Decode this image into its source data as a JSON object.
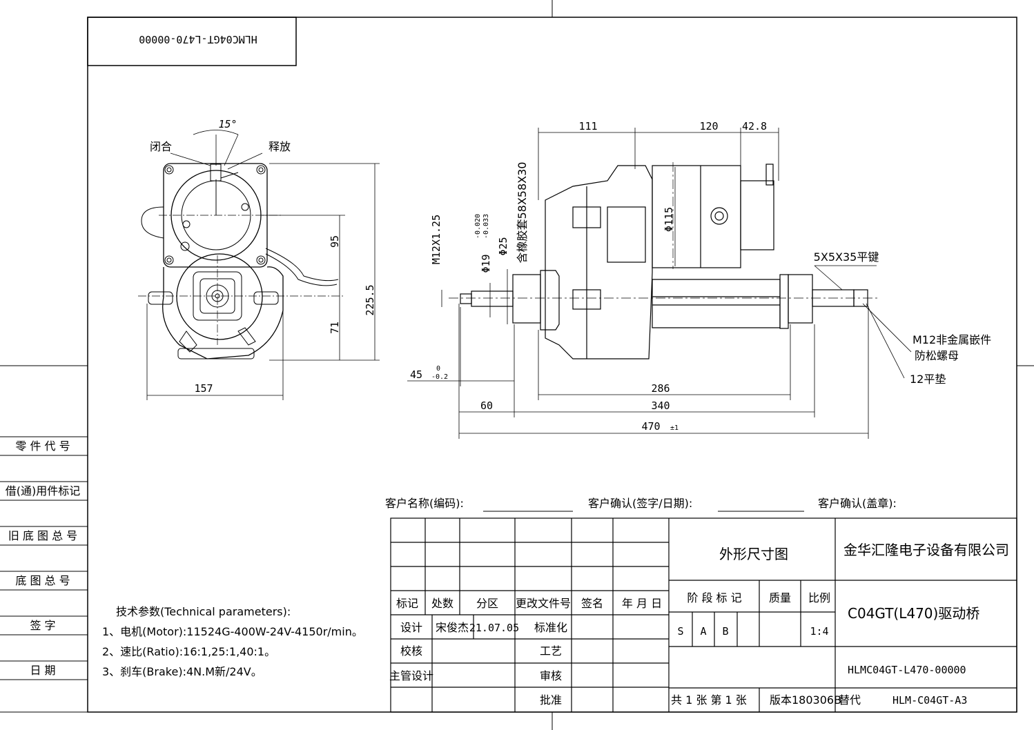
{
  "drawing_number_stamp": "HLMC04GT-L470-00000",
  "side_labels": [
    "零 件 代 号",
    "借(通)用件标记",
    "旧 底 图 总 号",
    "底 图 总 号",
    "签   字",
    "日   期"
  ],
  "left_view": {
    "angle": "15°",
    "close_label": "闭合",
    "release_label": "释放",
    "dim_width": "157",
    "dim_95": "95",
    "dim_71": "71",
    "dim_height": "225.5"
  },
  "main_view": {
    "dim_111": "111",
    "dim_120": "120",
    "dim_42_8": "42.8",
    "dim_115": "Φ115",
    "thread": "M12X1.25",
    "shaft_dia": "Φ19",
    "tol_upper": "-0.020",
    "tol_lower": "-0.033",
    "dia_25": "Φ25",
    "boot": "含橡胶套58X58X30",
    "key": "5X5X35平键",
    "nut_line1": "M12非金属嵌件",
    "nut_line2": "防松螺母",
    "washer": "12平垫",
    "dim_45": "45",
    "dim_45_up": "0",
    "dim_45_low": "-0.2",
    "dim_286": "286",
    "dim_60": "60",
    "dim_340": "340",
    "dim_470": "470",
    "dim_470_tol": "±1"
  },
  "tech_params": {
    "title": "技术参数(Technical parameters):",
    "line1": "1、电机(Motor):11524G-400W-24V-4150r/min。",
    "line2": "2、速比(Ratio):16:1,25:1,40:1。",
    "line3": "3、刹车(Brake):4N.M新/24V。"
  },
  "customer": {
    "name": "客户名称(编码):",
    "confirm_sign": "客户确认(签字/日期):",
    "confirm_seal": "客户确认(盖章):"
  },
  "title_block": {
    "hdr_mark": "标记",
    "hdr_count": "处数",
    "hdr_zone": "分区",
    "hdr_doc": "更改文件号",
    "hdr_sign": "签名",
    "hdr_date": "年 月 日",
    "design": "设计",
    "designer": "宋俊杰",
    "design_date": "21.07.05",
    "standard": "标准化",
    "check": "校核",
    "process": "工艺",
    "manager": "主管设计",
    "review": "审核",
    "approve": "批准",
    "drawing_title": "外形尺寸图",
    "company": "金华汇隆电子设备有限公司",
    "stage": "阶 段 标 记",
    "mass": "质量",
    "scale_h": "比例",
    "s": "S",
    "a": "A",
    "b": "B",
    "scale": "1:4",
    "product": "C04GT(L470)驱动桥",
    "code": "HLMC04GT-L470-00000",
    "sheets": "共 1 张  第 1 张",
    "version": "版本180306B",
    "replace": "替代",
    "format": "HLM-C04GT-A3"
  }
}
